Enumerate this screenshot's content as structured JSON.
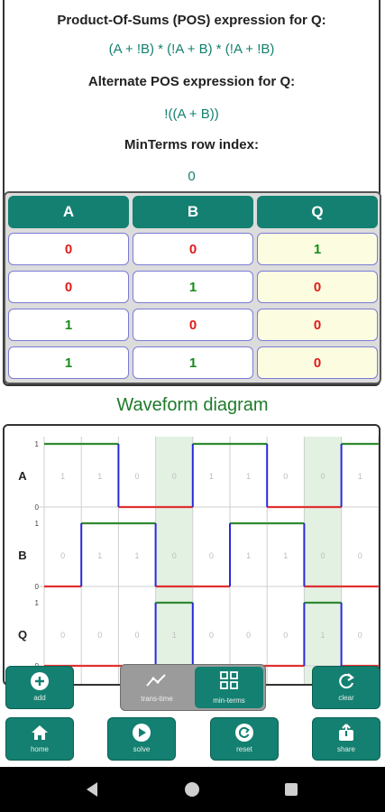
{
  "expressions": {
    "pos_label": "Product-Of-Sums (POS) expression for Q:",
    "pos_value": "(A + !B) * (!A + B) * (!A + !B)",
    "alt_label": "Alternate POS expression for Q:",
    "alt_value": "!((A + B))",
    "minterm_label": "MinTerms row index:",
    "minterm_value": "0"
  },
  "truth_table": {
    "headers": [
      "A",
      "B",
      "Q"
    ],
    "rows": [
      [
        "0",
        "0",
        "1"
      ],
      [
        "0",
        "1",
        "0"
      ],
      [
        "1",
        "0",
        "0"
      ],
      [
        "1",
        "1",
        "0"
      ]
    ]
  },
  "waveform": {
    "title": "Waveform diagram",
    "signals": [
      {
        "name": "A",
        "values": [
          1,
          1,
          0,
          0,
          1,
          1,
          0,
          0,
          1
        ],
        "cell_text": [
          "1",
          "1",
          "0",
          "0",
          "1",
          "1",
          "0",
          "0",
          "1"
        ]
      },
      {
        "name": "B",
        "values": [
          0,
          1,
          1,
          0,
          0,
          1,
          1,
          0,
          0
        ],
        "cell_text": [
          "0",
          "1",
          "1",
          "0",
          "0",
          "1",
          "1",
          "0",
          "0"
        ]
      },
      {
        "name": "Q",
        "values": [
          0,
          0,
          0,
          1,
          0,
          0,
          0,
          1,
          0
        ],
        "cell_text": [
          "0",
          "0",
          "0",
          "1",
          "0",
          "0",
          "0",
          "1",
          "0"
        ]
      }
    ],
    "level_labels": {
      "high": "1",
      "low": "0"
    },
    "colors": {
      "high": "#2f8a2f",
      "low": "#e03030",
      "edge": "#2a2ad8",
      "highlight": "#e3f1e3",
      "grid": "#cfcfcf"
    }
  },
  "toolbar": {
    "add": "add",
    "trans_time": "trans-time",
    "min_terms": "min-terms",
    "clear": "clear",
    "home": "home",
    "solve": "solve",
    "reset": "reset",
    "share": "share"
  },
  "colors": {
    "accent": "#148071"
  }
}
